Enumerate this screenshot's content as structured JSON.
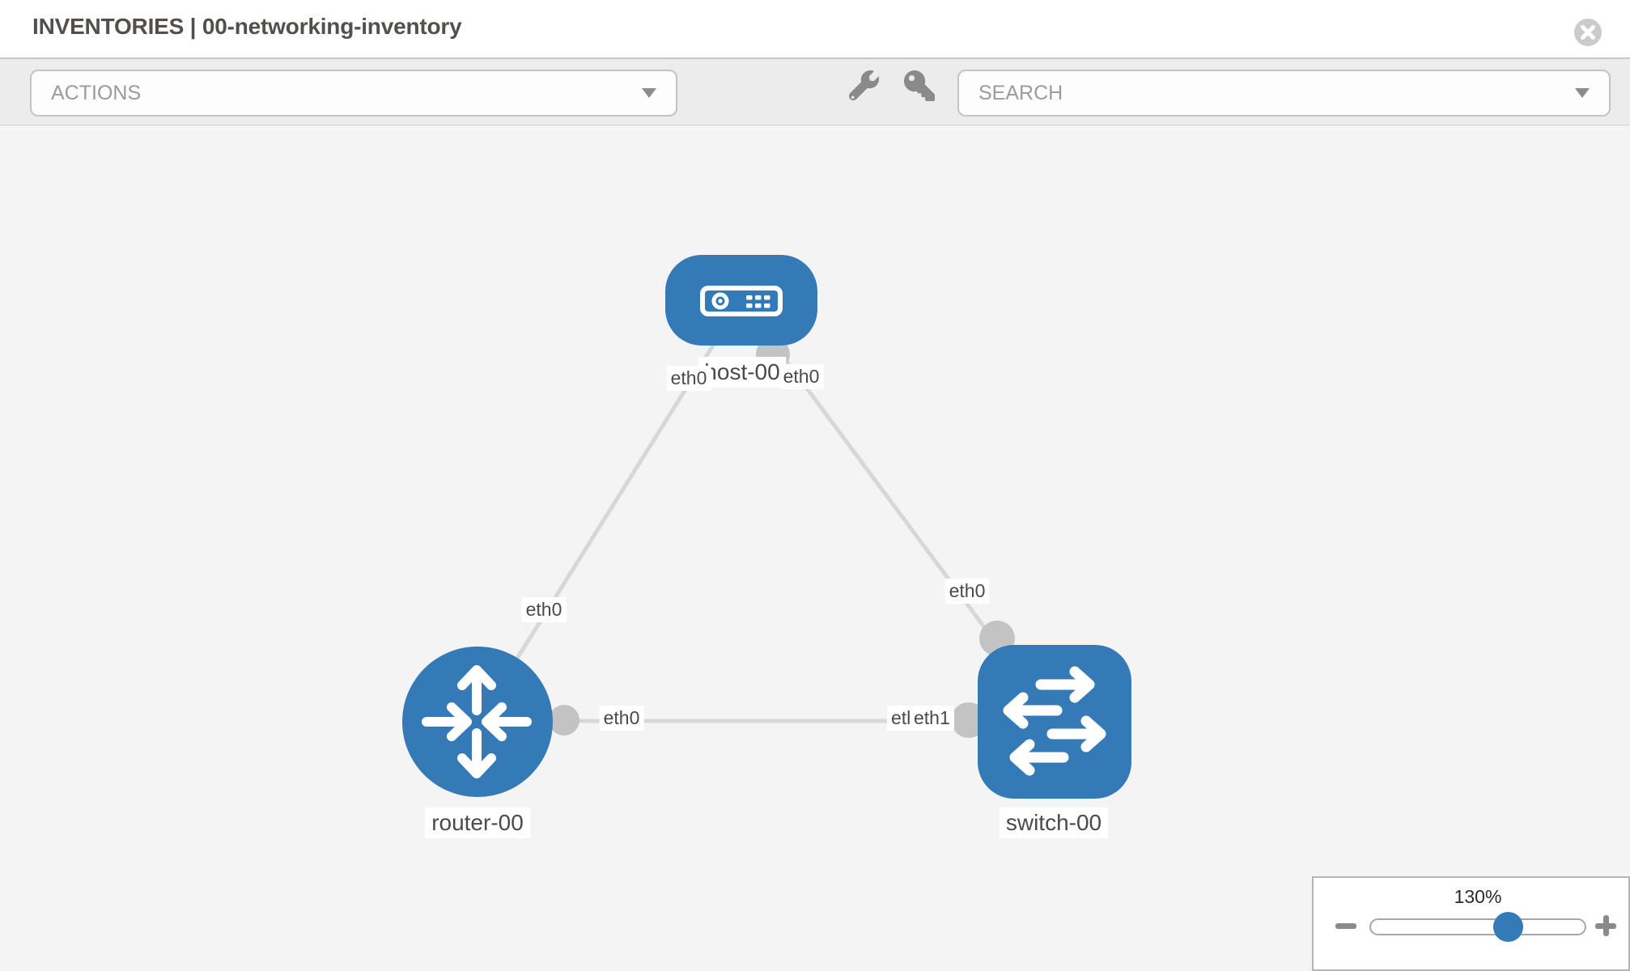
{
  "header": {
    "title": "INVENTORIES | 00-networking-inventory"
  },
  "toolbar": {
    "actions_placeholder": "ACTIONS",
    "search_placeholder": "SEARCH"
  },
  "topology": {
    "nodes": [
      {
        "id": "host-00",
        "type": "host",
        "label": "host-00"
      },
      {
        "id": "router-00",
        "type": "router",
        "label": "router-00"
      },
      {
        "id": "switch-00",
        "type": "switch",
        "label": "switch-00"
      }
    ],
    "links": [
      {
        "source": "host-00",
        "source_interface": "eth0",
        "target": "router-00",
        "target_interface": "eth0"
      },
      {
        "source": "host-00",
        "source_interface": "eth0",
        "target": "switch-00",
        "target_interface": "eth0"
      },
      {
        "source": "router-00",
        "source_interface": "eth0",
        "target": "switch-00",
        "target_interface": "eth1"
      }
    ],
    "overlapped_label": "eth0"
  },
  "zoom_control": {
    "level_label": "130%"
  },
  "colors": {
    "node_fill": "#337ab7",
    "link_stroke": "#d7d7d7",
    "port_fill": "#c3c3c3",
    "canvas_bg": "#f4f4f4",
    "toolbar_bg": "#ececec",
    "icon_gray": "#8a8a8a"
  }
}
